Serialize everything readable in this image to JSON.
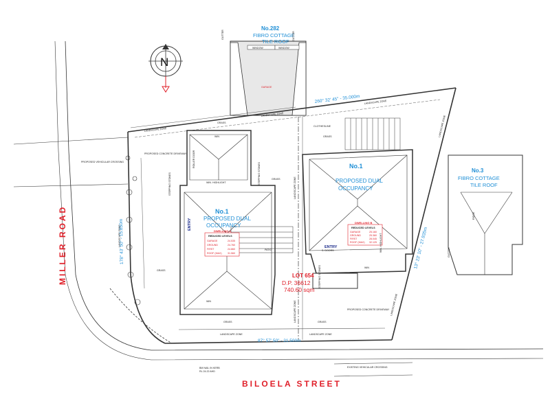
{
  "neighbour_top": {
    "number": "No.282",
    "line1": "FIBRO COTTAGE",
    "line2": "TILE ROOF",
    "garage": "GARAGE",
    "window": "WINDOW"
  },
  "neighbour_right": {
    "number": "No.3",
    "line1": "FIBRO COTTAGE",
    "line2": "TILE ROOF"
  },
  "north_label": "N",
  "streets": {
    "west": "MILLER ROAD",
    "south": "BILOELA STREET"
  },
  "bearings": {
    "north": "260°  32'  45\"  -  35.000m",
    "west": "178°  43'  50\"  -  15.850m",
    "south": "87°  57'  50\"  -  21.500m",
    "east": "13°  23'  10\"  -  27.935m"
  },
  "lot": {
    "line1": "LOT 654",
    "line2": "D.P. 36612",
    "line3": "740.60 sqm"
  },
  "dwelling_a": {
    "title1": "No.1",
    "title2": "PROPOSED DUAL",
    "title3": "OCCUPANCY",
    "dwelling_label": "DWELLING A",
    "levels_title": "REDUCED LEVELS",
    "levels": [
      {
        "name": "GARAGE",
        "value": "24.535"
      },
      {
        "name": "GROUND",
        "value": "24.760"
      },
      {
        "name": "FIRST",
        "value": "24.860"
      },
      {
        "name": "ROOF (MAX)",
        "value": "31.560"
      }
    ],
    "entry": "ENTRY"
  },
  "dwelling_b": {
    "title1": "No.1",
    "title2": "PROPOSED DUAL",
    "title3": "OCCUPANCY",
    "dwelling_label": "DWELLING B",
    "levels_title": "REDUCED LEVELS",
    "levels": [
      {
        "name": "GARAGE",
        "value": "25.160"
      },
      {
        "name": "GROUND",
        "value": "25.360"
      },
      {
        "name": "FIRST",
        "value": "28.045"
      },
      {
        "name": "ROOF (MAX)",
        "value": "32.125"
      }
    ],
    "entry": "ENTRY"
  },
  "labels": {
    "landscape_zone": "LANDSCAPE ZONE",
    "grass": "GRASS",
    "patio": "PATIO",
    "clothesline": "CLOTHESLINE",
    "stepping_stones": "STEPPING STONES",
    "driveway": "PROPOSED CONCRETE DRIVEWAY",
    "crossing": "PROPOSED VEHICULAR CROSSING",
    "existing_crossing": "EXISTING VEHICULAR CROSSING",
    "win": "WIN",
    "win_highlight": "WIN. HIGHLIGHT",
    "s_doors": "S. DOORS",
    "roller_door": "ROLLER DOOR",
    "bm": "BM NAIL IN KERB",
    "bm_rl": "RL 24.22 AHD",
    "gutter": "GUTTER",
    "ridge": "RIDGE"
  },
  "colors": {
    "accent_blue": "#1f8fd6",
    "accent_red": "#e0202a",
    "entry_navy": "#1a2a8a",
    "linework": "#333333"
  }
}
